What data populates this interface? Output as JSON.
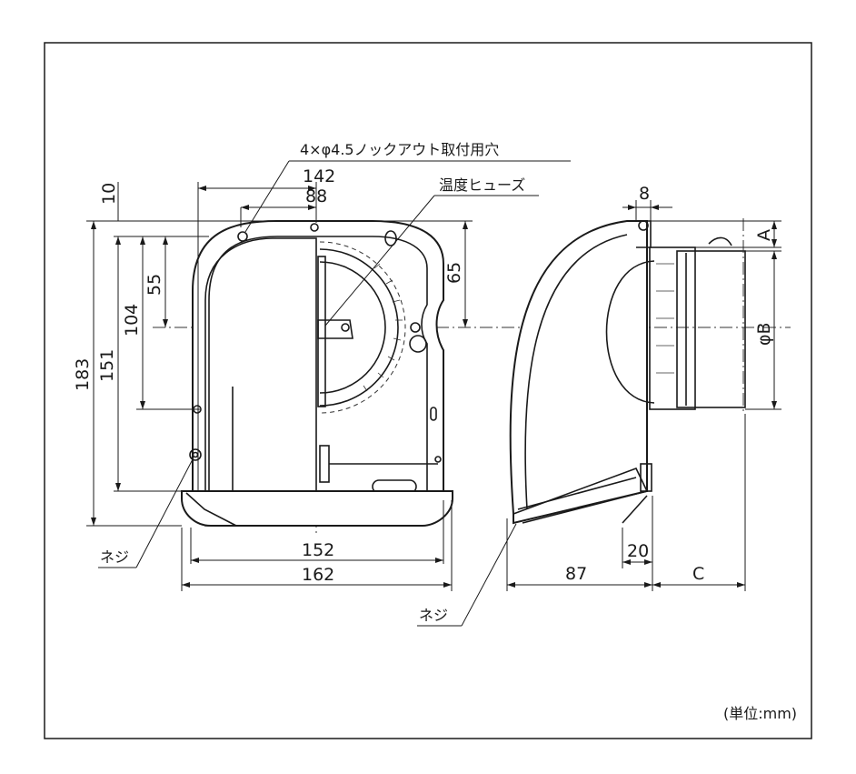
{
  "labels": {
    "knockout_holes": "4×φ4.5ノックアウト取付用穴",
    "thermal_fuse": "温度ヒューズ",
    "screw_front": "ネジ",
    "screw_side": "ネジ",
    "unit": "(単位:mm)"
  },
  "dimensions": {
    "d142": "142",
    "d88": "88",
    "d10": "10",
    "d65": "65",
    "d55": "55",
    "d104": "104",
    "d151": "151",
    "d183": "183",
    "d152": "152",
    "d162": "162",
    "d8": "8",
    "dA": "A",
    "dPhiB": "φB",
    "d20": "20",
    "d87": "87",
    "dC": "C"
  }
}
